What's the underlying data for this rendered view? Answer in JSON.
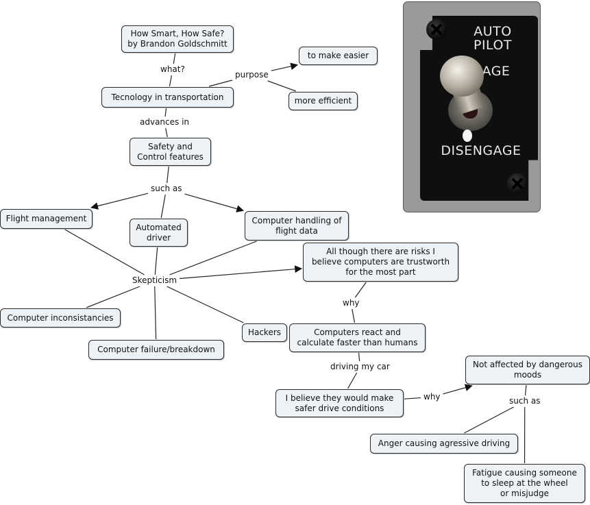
{
  "concept_map": {
    "nodes": [
      {
        "id": "title",
        "text": "How Smart, How Safe?\nby Brandon Goldschmitt"
      },
      {
        "id": "technology",
        "text": "Tecnology  in transportation"
      },
      {
        "id": "easier",
        "text": "to make easier"
      },
      {
        "id": "efficient",
        "text": "more efficient"
      },
      {
        "id": "safety",
        "text": "Safety and\nControl features"
      },
      {
        "id": "flight_mgmt",
        "text": "Flight management"
      },
      {
        "id": "auto_driver",
        "text": "Automated\ndriver"
      },
      {
        "id": "flight_data",
        "text": "Computer handling of\nflight data"
      },
      {
        "id": "trustworthy",
        "text": "All though there are risks I\nbelieve computers are trustworth\nfor the most part"
      },
      {
        "id": "inconsistencies",
        "text": "Computer inconsistancies"
      },
      {
        "id": "failure",
        "text": "Computer failure/breakdown"
      },
      {
        "id": "hackers",
        "text": "Hackers"
      },
      {
        "id": "react",
        "text": "Computers react and\ncalculate faster than humans"
      },
      {
        "id": "safer",
        "text": "I believe they would make\nsafer drive conditions"
      },
      {
        "id": "moods",
        "text": "Not affected by dangerous\nmoods"
      },
      {
        "id": "anger",
        "text": "Anger causing agressive driving"
      },
      {
        "id": "fatigue",
        "text": "Fatigue causing someone\nto sleep at the wheel\nor misjudge"
      }
    ],
    "link_phrases": [
      {
        "id": "what",
        "text": "what?"
      },
      {
        "id": "purpose",
        "text": "purpose"
      },
      {
        "id": "advances",
        "text": "advances in"
      },
      {
        "id": "suchas1",
        "text": "such as"
      },
      {
        "id": "skepticism",
        "text": "Skepticism"
      },
      {
        "id": "why1",
        "text": "why"
      },
      {
        "id": "driving",
        "text": "driving my car"
      },
      {
        "id": "why2",
        "text": "why"
      },
      {
        "id": "suchas2",
        "text": "such as"
      }
    ],
    "connections": [
      {
        "from": "title",
        "to": "what",
        "arrow": false
      },
      {
        "from": "what",
        "to": "technology",
        "arrow": false
      },
      {
        "from": "technology",
        "to": "purpose",
        "arrow": false
      },
      {
        "from": "purpose",
        "to": "easier",
        "arrow": true
      },
      {
        "from": "purpose",
        "to": "efficient",
        "arrow": false
      },
      {
        "from": "technology",
        "to": "advances",
        "arrow": false
      },
      {
        "from": "advances",
        "to": "safety",
        "arrow": false
      },
      {
        "from": "safety",
        "to": "suchas1",
        "arrow": false
      },
      {
        "from": "suchas1",
        "to": "flight_mgmt",
        "arrow": true
      },
      {
        "from": "suchas1",
        "to": "auto_driver",
        "arrow": false
      },
      {
        "from": "suchas1",
        "to": "flight_data",
        "arrow": true
      },
      {
        "from": "flight_mgmt",
        "to": "skepticism",
        "arrow": false
      },
      {
        "from": "auto_driver",
        "to": "skepticism",
        "arrow": false
      },
      {
        "from": "flight_data",
        "to": "skepticism",
        "arrow": false
      },
      {
        "from": "skepticism",
        "to": "trustworthy",
        "arrow": true
      },
      {
        "from": "skepticism",
        "to": "inconsistencies",
        "arrow": false
      },
      {
        "from": "skepticism",
        "to": "failure",
        "arrow": false
      },
      {
        "from": "skepticism",
        "to": "hackers",
        "arrow": false
      },
      {
        "from": "trustworthy",
        "to": "why1",
        "arrow": false
      },
      {
        "from": "why1",
        "to": "react",
        "arrow": false
      },
      {
        "from": "react",
        "to": "driving",
        "arrow": false
      },
      {
        "from": "driving",
        "to": "safer",
        "arrow": false
      },
      {
        "from": "safer",
        "to": "why2",
        "arrow": false
      },
      {
        "from": "why2",
        "to": "moods",
        "arrow": true
      },
      {
        "from": "moods",
        "to": "suchas2",
        "arrow": false
      },
      {
        "from": "suchas2",
        "to": "anger",
        "arrow": false
      },
      {
        "from": "suchas2",
        "to": "fatigue",
        "arrow": false
      }
    ]
  },
  "photo": {
    "subject": "autopilot engage/disengage toggle switch",
    "label_top_1": "AUTO",
    "label_top_2": "PILOT",
    "label_engage_partial": "AGE",
    "label_bottom": "DISENGAGE"
  },
  "colors": {
    "node_fill": "#ecf2f5",
    "node_border": "#2a2a2a",
    "edge": "#222222",
    "background": "#ffffff"
  }
}
